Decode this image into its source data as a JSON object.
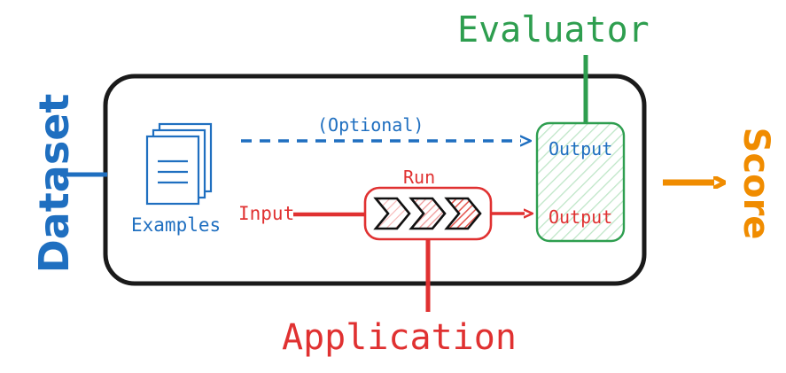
{
  "diagram": {
    "title": "Evaluation pipeline diagram",
    "colors": {
      "blue": "#1f6fc0",
      "red": "#e03131",
      "red_dark": "#d62728",
      "green": "#2e9e4f",
      "orange": "#f08c00",
      "black": "#1a1a1a",
      "white": "#ffffff"
    },
    "outer_container": {
      "name": "experiment-boundary",
      "stroke": "#1a1a1a"
    },
    "labels": {
      "dataset": "Dataset",
      "evaluator": "Evaluator",
      "application": "Application",
      "score": "Score",
      "examples": "Examples",
      "optional": "(Optional)",
      "input": "Input",
      "run": "Run",
      "output_blue": "Output",
      "output_red": "Output"
    },
    "connectors": [
      {
        "name": "dataset-connector",
        "kind": "line",
        "color": "#1f6fc0",
        "label": ""
      },
      {
        "name": "optional-arrow",
        "kind": "dashed-arrow",
        "color": "#1f6fc0",
        "label": "(Optional)"
      },
      {
        "name": "input-arrow",
        "kind": "arrow",
        "color": "#e03131",
        "label": "Input"
      },
      {
        "name": "run-output-arrow",
        "kind": "arrow",
        "color": "#e03131",
        "label": ""
      },
      {
        "name": "evaluator-connector",
        "kind": "line",
        "color": "#2e9e4f",
        "label": ""
      },
      {
        "name": "application-connector",
        "kind": "line",
        "color": "#e03131",
        "label": ""
      },
      {
        "name": "score-arrow",
        "kind": "arrow",
        "color": "#f08c00",
        "label": "Score"
      }
    ],
    "nodes": [
      {
        "name": "examples-stack-icon",
        "label": "Examples",
        "color": "#1f6fc0",
        "shape": "document-stack",
        "count": 3
      },
      {
        "name": "run-box",
        "label": "Run",
        "color": "#e03131",
        "shape": "rounded-rect",
        "chevrons": 3
      },
      {
        "name": "output-box",
        "label": "Output",
        "color": "#2e9e4f",
        "shape": "rounded-rect-hatched"
      }
    ]
  }
}
